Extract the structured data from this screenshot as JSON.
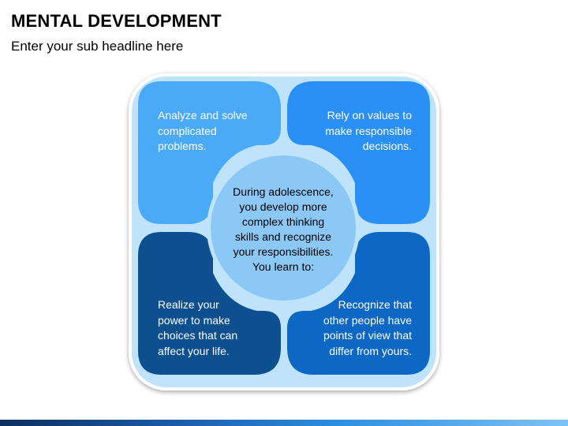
{
  "header": {
    "title": "MENTAL DEVELOPMENT",
    "subtitle": "Enter your sub headline here"
  },
  "diagram": {
    "center": {
      "text": "During adolescence,\nyou develop more\ncomplex thinking\nskills and recognize\nyour responsibilities.\nYou learn to:",
      "color": "#8cc8f6"
    },
    "boxes": {
      "top_left": {
        "text": "Analyze and solve\ncomplicated\nproblems.",
        "color": "#4aaaf8"
      },
      "top_right": {
        "text": "Rely on values to\nmake responsible\ndecisions.",
        "color": "#2a90f5"
      },
      "bottom_left": {
        "text": "Realize your\npower to make\nchoices that can\naffect your life.",
        "color": "#0d4f8f"
      },
      "bottom_right": {
        "text": "Recognize that\nother people have\npoints of view that\ndiffer from yours.",
        "color": "#0c68c4"
      }
    },
    "frame_color": "#bfe3fb"
  }
}
